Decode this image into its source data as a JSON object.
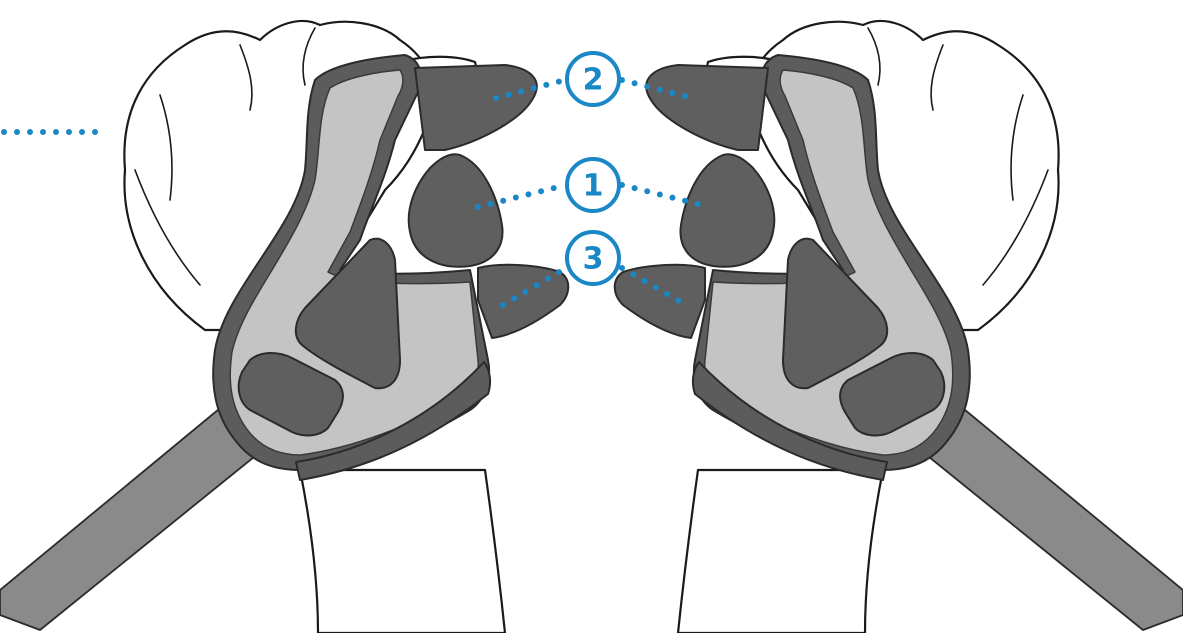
{
  "callouts": [
    {
      "label": "1"
    },
    {
      "label": "2"
    },
    {
      "label": "3"
    }
  ],
  "colors": {
    "accent": "#1a87c7",
    "brace_light": "#c4c4c4",
    "brace_dark": "#5c5c5c",
    "strap": "#8a8a8a",
    "outline": "#1a1a1a"
  },
  "icons": {
    "left_hand": "left-hand-with-thumb-brace",
    "right_hand": "right-hand-with-thumb-brace"
  }
}
